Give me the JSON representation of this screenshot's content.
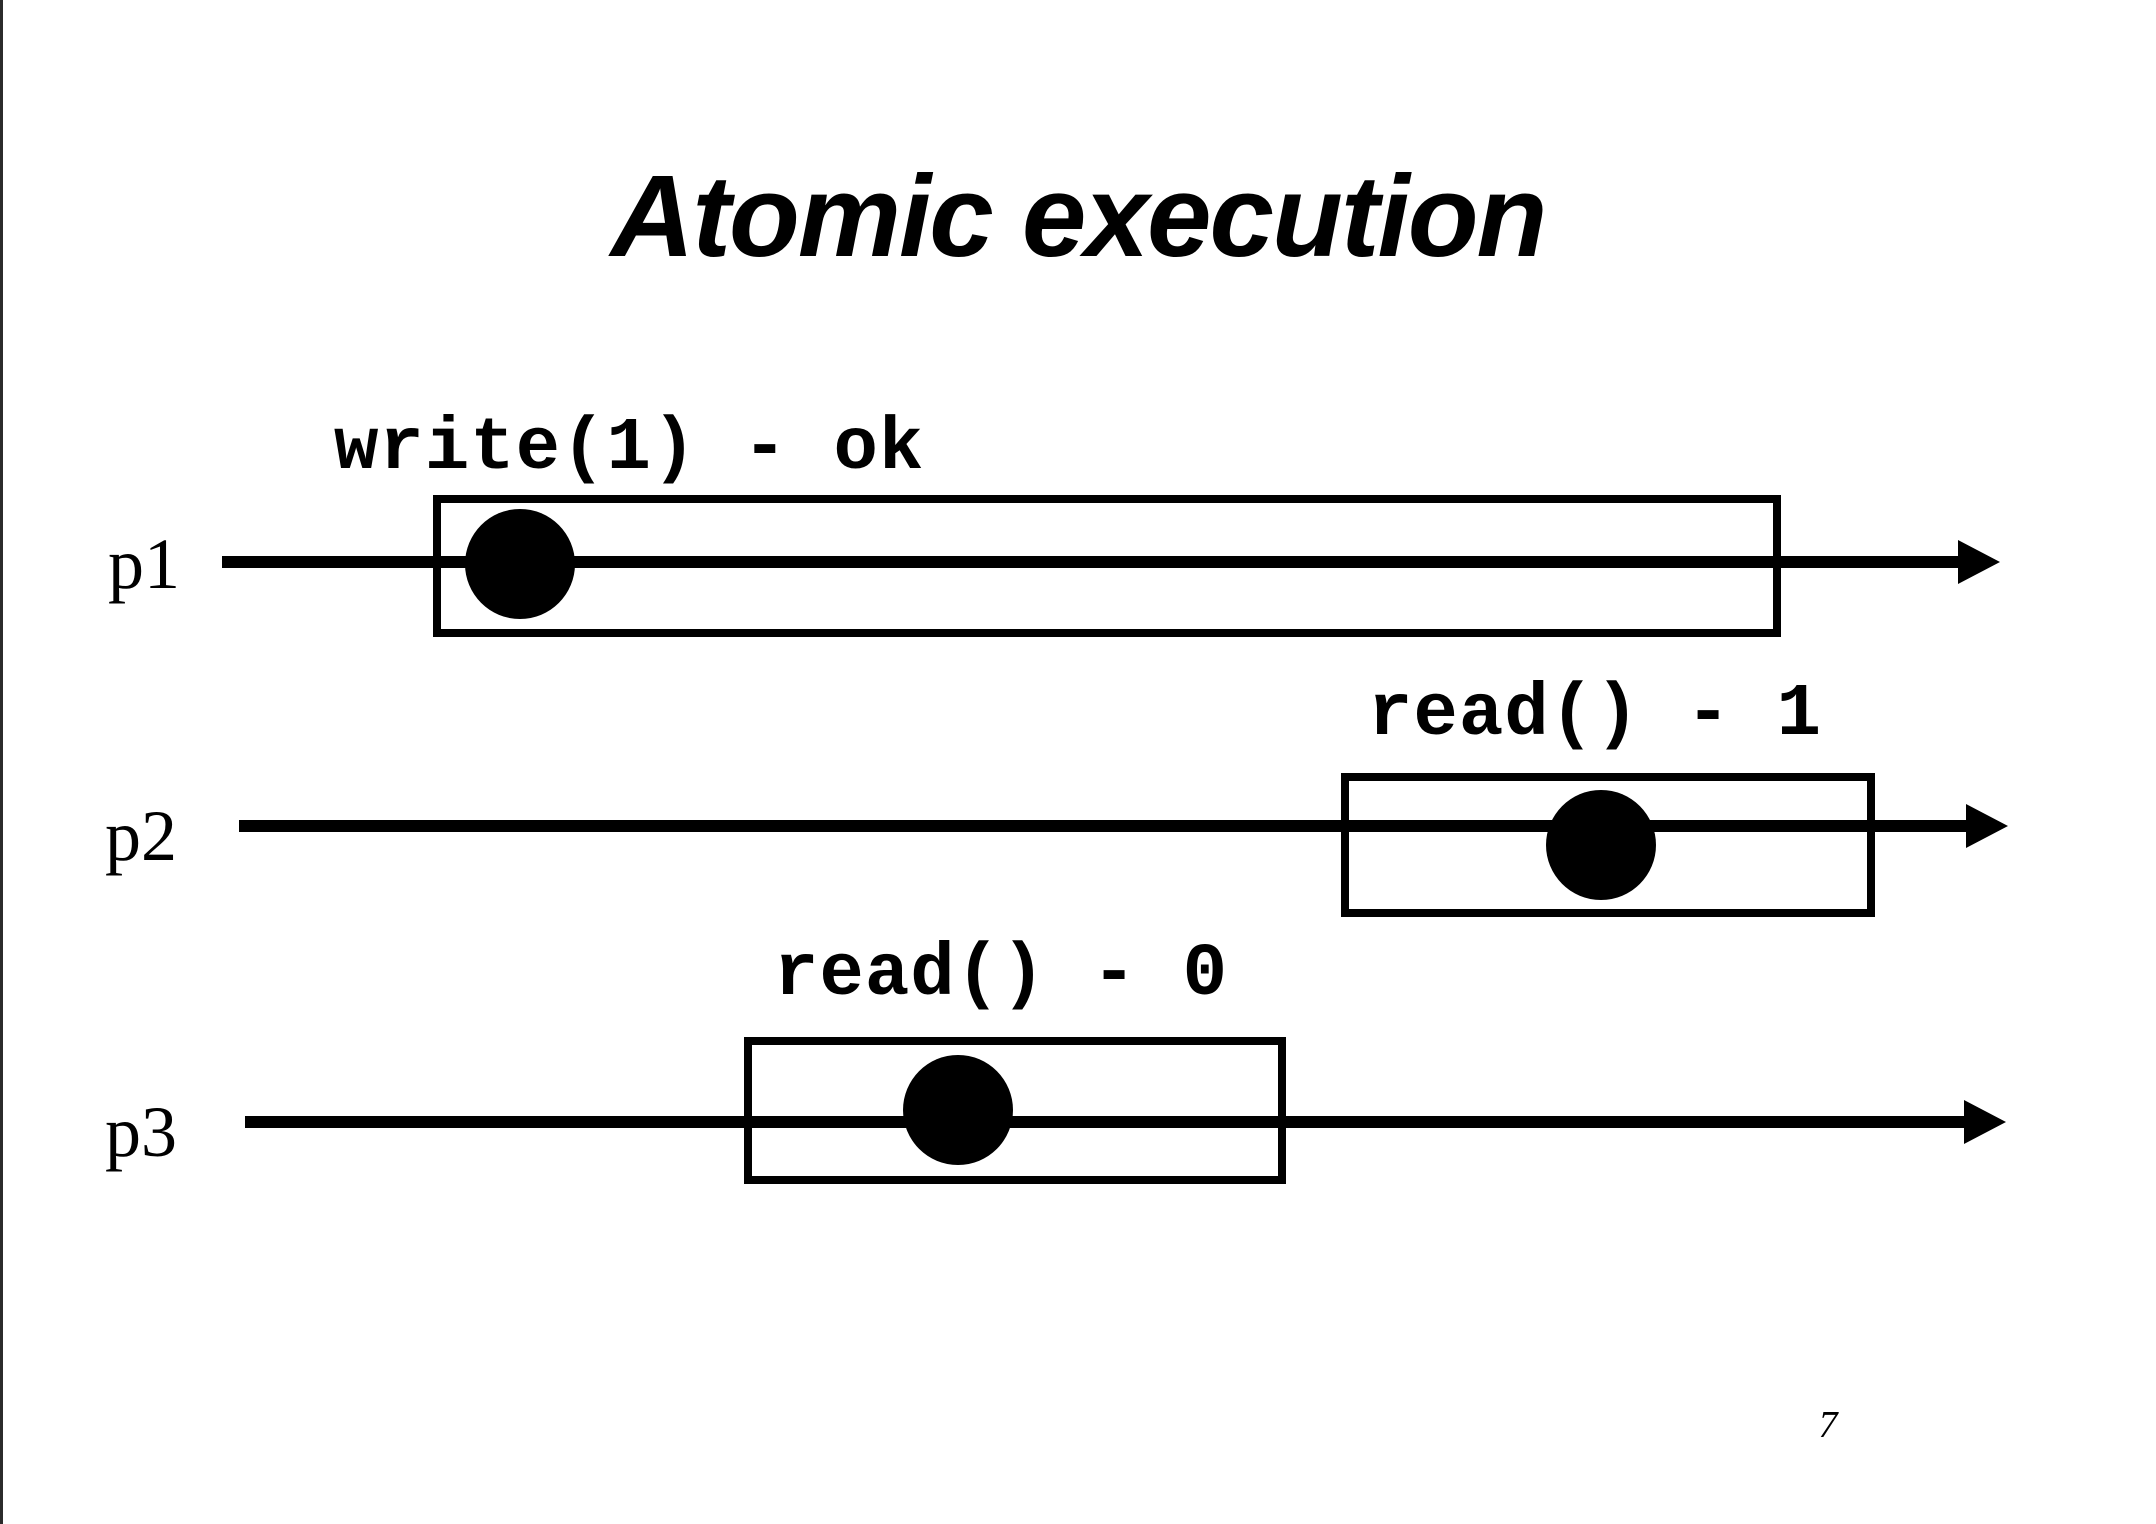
{
  "slide": {
    "title": "Atomic execution",
    "page_number": "7"
  },
  "colors": {
    "background": "#ffffff",
    "ink": "#000000",
    "edge_line": "#2b2b2b"
  },
  "processes": [
    {
      "name": "p1",
      "operation_label": "write(1) - ok"
    },
    {
      "name": "p2",
      "operation_label": "read() - 1"
    },
    {
      "name": "p3",
      "operation_label": "read() - 0"
    }
  ]
}
